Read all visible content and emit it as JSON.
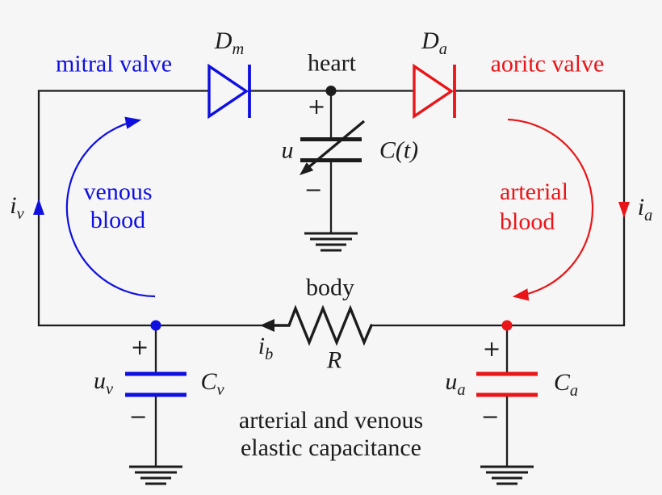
{
  "colors": {
    "venous_blue": "#0f0fe0",
    "arterial_red": "#ea1518",
    "wire_black": "#1c1c1c",
    "background": "#f6f6f6"
  },
  "labels": {
    "mitral_valve": "mitral valve",
    "heart": "heart",
    "aortic_valve": "aoritc valve",
    "venous_blood": [
      "venous",
      "blood"
    ],
    "arterial_blood": [
      "arterial",
      "blood"
    ],
    "body": "body",
    "caption": [
      "arterial and venous",
      "elastic capacitance"
    ]
  },
  "symbols": {
    "diode_mitral": {
      "base": "D",
      "sub": "m"
    },
    "diode_aortic": {
      "base": "D",
      "sub": "a"
    },
    "current_venous": {
      "base": "i",
      "sub": "v"
    },
    "current_arterial": {
      "base": "i",
      "sub": "a"
    },
    "current_body": {
      "base": "i",
      "sub": "b"
    },
    "resistor": "R",
    "heart_voltage": "u",
    "heart_capacitor": "C(t)",
    "venous_voltage": {
      "base": "u",
      "sub": "v"
    },
    "venous_capacitor": {
      "base": "C",
      "sub": "v"
    },
    "arterial_voltage": {
      "base": "u",
      "sub": "a"
    },
    "arterial_capacitor": {
      "base": "C",
      "sub": "a"
    },
    "plus": "+",
    "minus": "−"
  }
}
